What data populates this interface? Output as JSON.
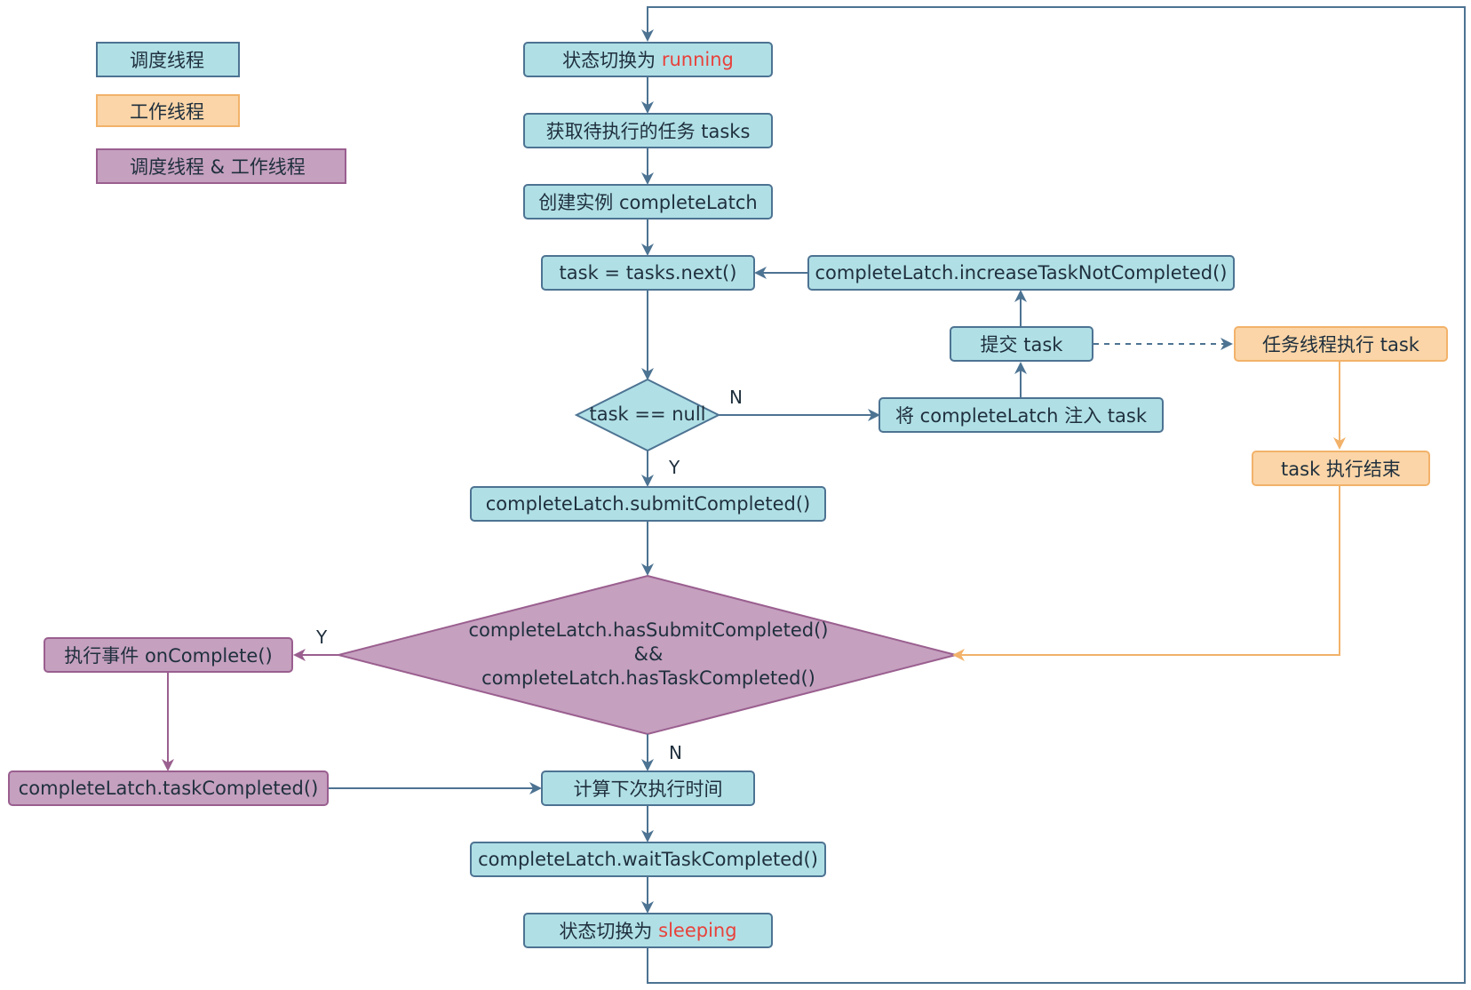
{
  "legend": {
    "scheduler": "调度线程",
    "worker": "工作线程",
    "both": "调度线程 & 工作线程"
  },
  "nodes": {
    "to_running_prefix": "状态切换为 ",
    "to_running_state": "running",
    "get_tasks": "获取待执行的任务 tasks",
    "create_latch": "创建实例 completeLatch",
    "task_next": "task = tasks.next()",
    "increase": "completeLatch.increaseTaskNotCompleted()",
    "submit_task": "提交 task",
    "worker_exec": "任务线程执行 task",
    "task_null": "task == null",
    "inject": "将 completeLatch 注入 task",
    "task_done": "task 执行结束",
    "submit_completed": "completeLatch.submitCompleted()",
    "cond_line1": "completeLatch.hasSubmitCompleted()",
    "cond_line2": "&&",
    "cond_line3": "completeLatch.hasTaskCompleted()",
    "on_complete": "执行事件 onComplete()",
    "task_completed": "completeLatch.taskCompleted()",
    "calc_next": "计算下次执行时间",
    "wait": "completeLatch.waitTaskCompleted()",
    "to_sleeping_prefix": "状态切换为 ",
    "to_sleeping_state": "sleeping"
  },
  "edge_labels": {
    "null_no": "N",
    "null_yes": "Y",
    "cond_yes": "Y",
    "cond_no": "N"
  },
  "colors": {
    "scheduler_fill": "#b0e0e6",
    "scheduler_stroke": "#4d7392",
    "worker_fill": "#fbd5a7",
    "worker_stroke": "#f2b26a",
    "both_fill": "#c5a0bf",
    "both_stroke": "#9a5f8f",
    "state_text": "#e8413b"
  }
}
